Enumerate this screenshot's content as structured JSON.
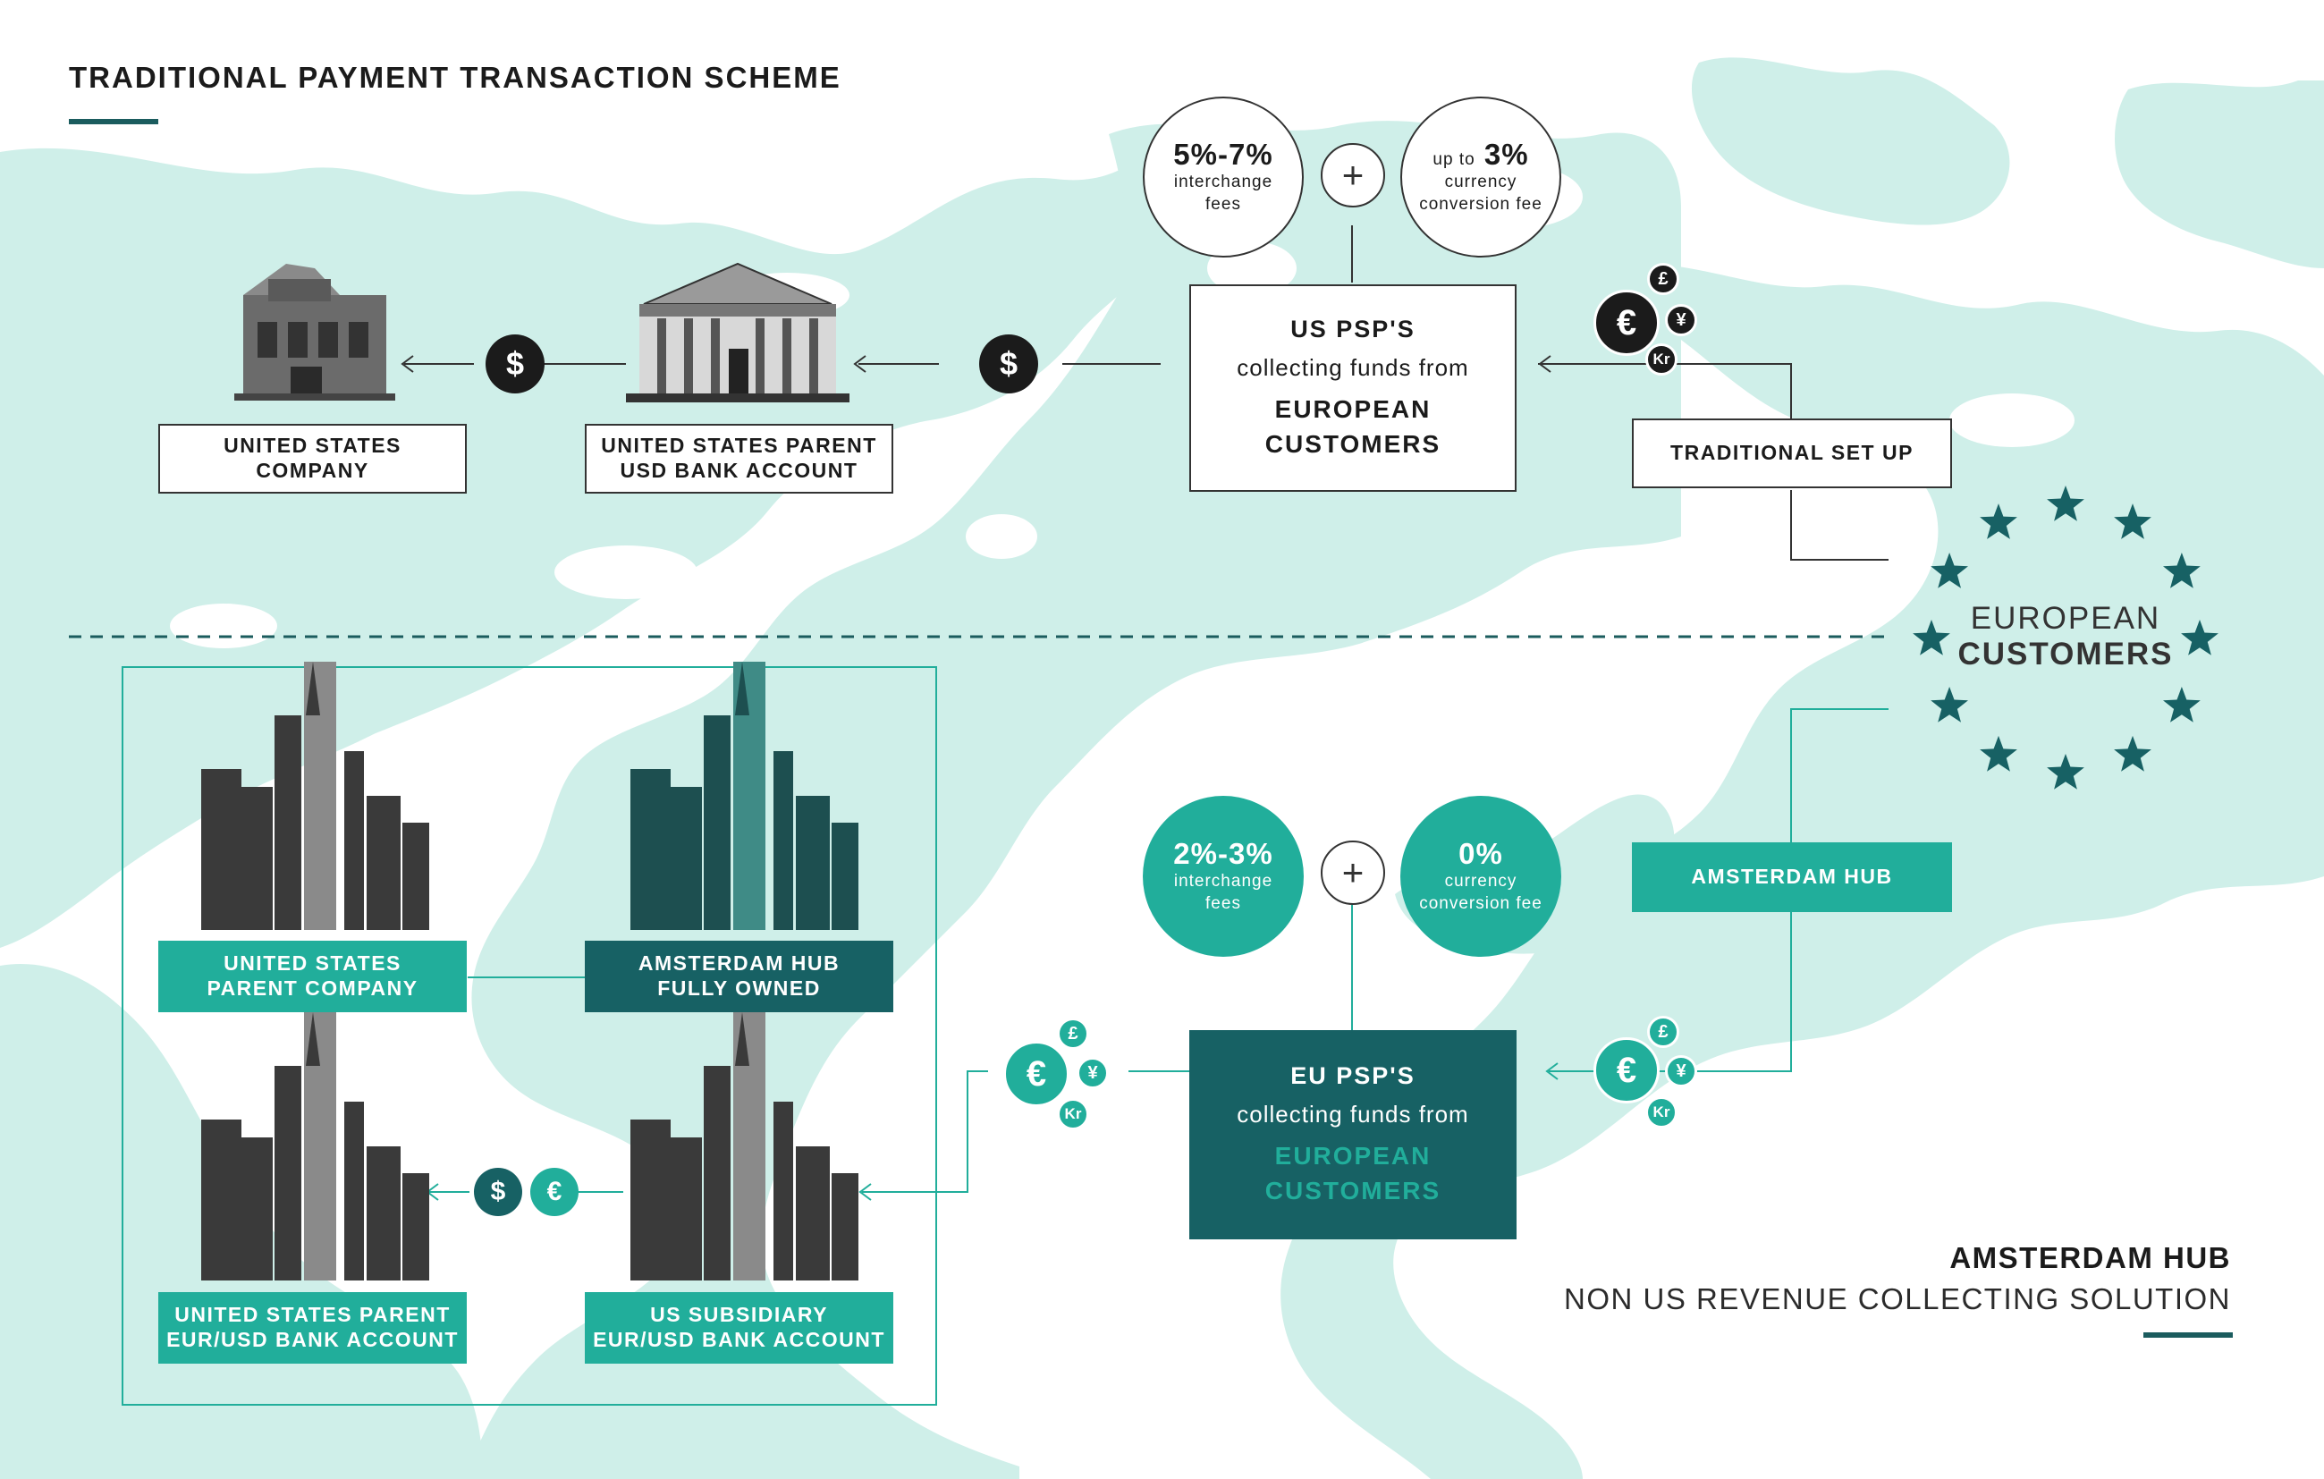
{
  "title": "TRADITIONAL PAYMENT TRANSACTION SCHEME",
  "colors": {
    "teal": "#21ae9b",
    "dark_teal": "#176164",
    "map": "#cfefe9",
    "ink": "#1b1b1b"
  },
  "top": {
    "us_company": {
      "line1": "UNITED STATES",
      "line2": "COMPANY",
      "image": "old-building-photo"
    },
    "us_parent_bank": {
      "line1": "UNITED STATES PARENT",
      "line2": "USD BANK ACCOUNT",
      "image": "bank-building-photo"
    },
    "psp": {
      "heading": "US PSP'S",
      "middle": "collecting funds from",
      "cust1": "EUROPEAN",
      "cust2": "CUSTOMERS"
    },
    "fee1": {
      "big": "5%-7%",
      "small1": "interchange",
      "small2": "fees"
    },
    "fee2": {
      "prefix": "up to",
      "big": "3%",
      "small1": "currency",
      "small2": "conversion fee"
    },
    "plus": "+",
    "traditional_setup": "TRADITIONAL SET UP",
    "coins": {
      "dollar": "$",
      "euro": "€",
      "pound": "£",
      "yen": "¥",
      "krone": "Kr"
    }
  },
  "european_customers": {
    "line1": "EUROPEAN",
    "line2": "CUSTOMERS"
  },
  "bottom": {
    "us_parent_company": {
      "line1": "UNITED STATES",
      "line2": "PARENT COMPANY"
    },
    "amsterdam_hub_owned": {
      "line1": "AMSTERDAM HUB",
      "line2": "FULLY OWNED"
    },
    "us_parent_eur_usd": {
      "line1": "UNITED STATES PARENT",
      "line2": "EUR/USD BANK ACCOUNT"
    },
    "us_subsidiary": {
      "line1": "US SUBSIDIARY",
      "line2": "EUR/USD BANK ACCOUNT"
    },
    "psp": {
      "heading": "EU PSP'S",
      "middle": "collecting funds from",
      "cust1": "EUROPEAN",
      "cust2": "CUSTOMERS"
    },
    "fee1": {
      "big": "2%-3%",
      "small1": "interchange",
      "small2": "fees"
    },
    "fee2": {
      "big": "0%",
      "small1": "currency",
      "small2": "conversion fee"
    },
    "plus": "+",
    "amsterdam_hub": "AMSTERDAM HUB"
  },
  "footer": {
    "line1": "AMSTERDAM HUB",
    "line2": "NON US REVENUE COLLECTING SOLUTION"
  }
}
